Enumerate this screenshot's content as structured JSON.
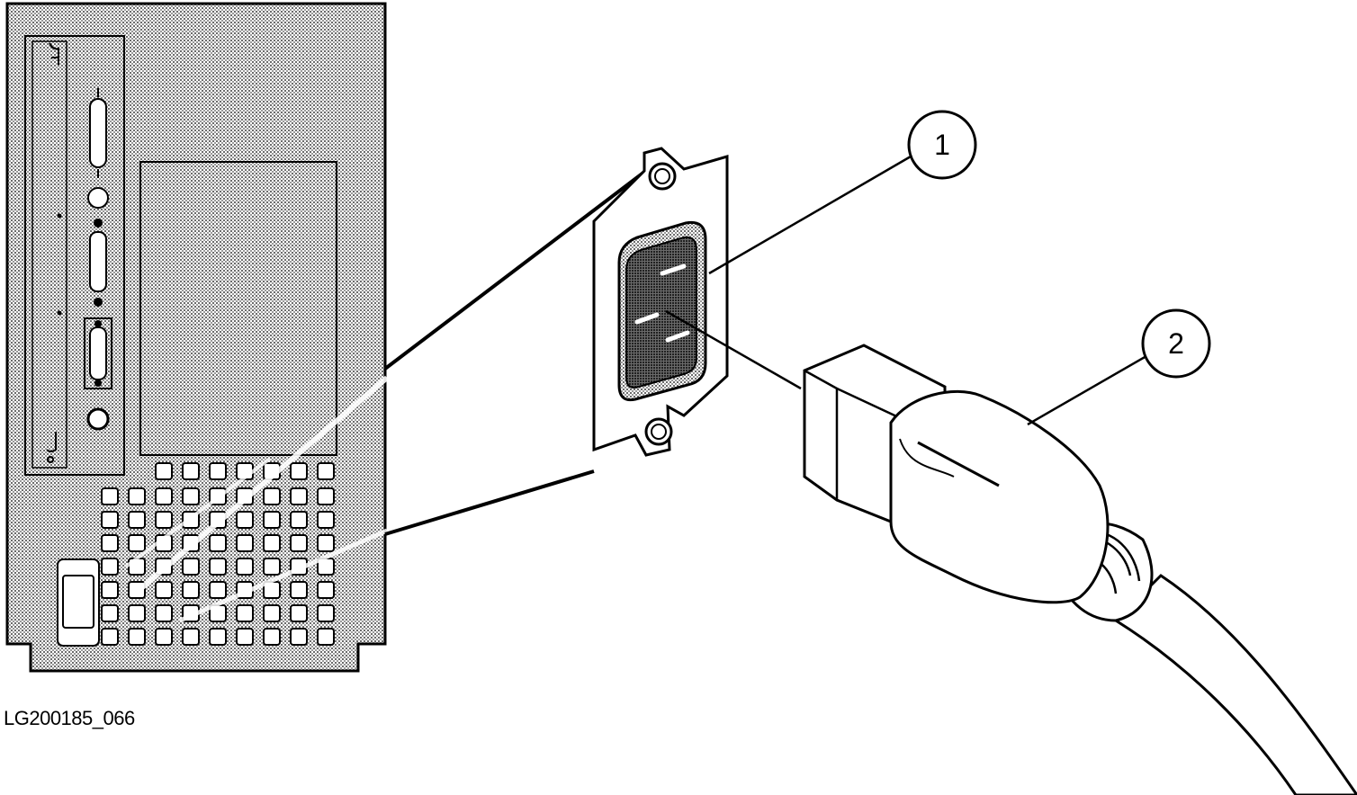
{
  "figure_id": "LG200185_066",
  "callouts": [
    {
      "label": "1",
      "target": "power-inlet-receptacle"
    },
    {
      "label": "2",
      "target": "power-cord-plug"
    }
  ],
  "colors": {
    "line": "#000000",
    "paper": "#ffffff",
    "panel_dot": "#6b6b6b",
    "socket_dot": "#333333"
  }
}
